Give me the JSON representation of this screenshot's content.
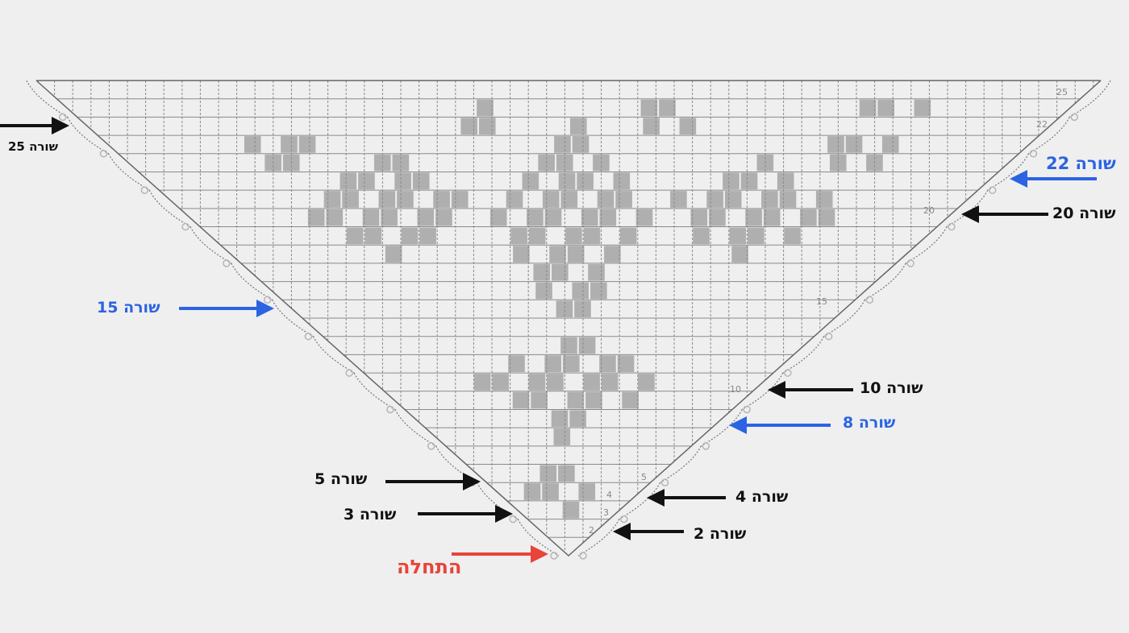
{
  "colors": {
    "background": "#efefef",
    "grid_line": "#8a8a8a",
    "stitch_fill": "#9a9a9a",
    "border_dots": "#b5b5b5",
    "arrow_black": "#111111",
    "arrow_blue": "#2b63e3",
    "arrow_red": "#e8443a"
  },
  "labels": {
    "row25": "שורה 25",
    "row22": "שורה 22",
    "row20": "שורה 20",
    "row15": "שורה 15",
    "row10": "שורה 10",
    "row8": "שורה 8",
    "row5": "שורה 5",
    "row4": "שורה 4",
    "row3": "שורה 3",
    "row2": "שורה 2",
    "start": "התחלה"
  },
  "chart_numbers": [
    "2",
    "3",
    "4",
    "5",
    "10",
    "15",
    "20",
    "22",
    "25"
  ]
}
